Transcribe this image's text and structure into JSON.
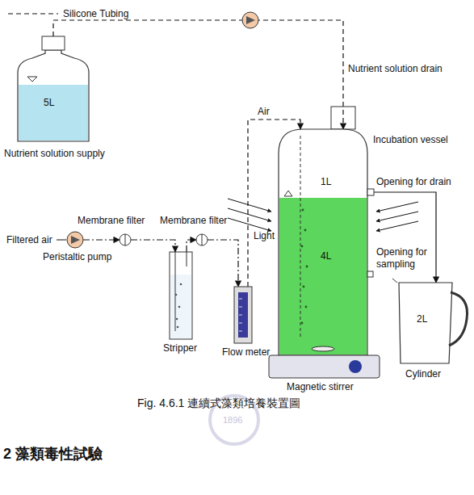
{
  "diagram": {
    "caption": "Fig. 4.6.1 連續式藻類培養裝置圖",
    "nodes": [
      {
        "text": [
          "5L",
          "Nutrient solution supply"
        ]
      },
      {
        "text": [
          "Peristaltic pump"
        ]
      },
      {
        "text": [
          "Membrane filter"
        ]
      },
      {
        "text": [
          "Stripper"
        ]
      },
      {
        "text": [
          "Membrane filter"
        ]
      },
      {
        "text": [
          "Flow meter"
        ]
      },
      {
        "text": [
          "1L",
          "4L",
          "Incubation vessel"
        ]
      },
      {
        "text": [
          "Magnetic stirrer"
        ]
      },
      {
        "text": [
          "2L",
          "Cylinder"
        ]
      }
    ],
    "edges": [
      {
        "from": 0,
        "to": 6,
        "arrow": "to",
        "label": "Nutrient solution drain"
      },
      {
        "from": 1,
        "to": 2,
        "arrow": "to"
      },
      {
        "from": 2,
        "to": 3,
        "arrow": "to"
      },
      {
        "from": 3,
        "to": 4,
        "arrow": "to"
      },
      {
        "from": 4,
        "to": 5,
        "arrow": "to"
      },
      {
        "from": 5,
        "to": 6,
        "arrow": "to",
        "label": "Air"
      },
      {
        "from": 6,
        "to": 8,
        "arrow": "to"
      }
    ],
    "labels": [
      "Filtered air",
      "Light",
      "Opening for drain",
      "Opening for sampling",
      "1896",
      "2 藻類毒性試驗"
    ],
    "legend": [
      {
        "text": "Silicone Tubing"
      }
    ]
  }
}
